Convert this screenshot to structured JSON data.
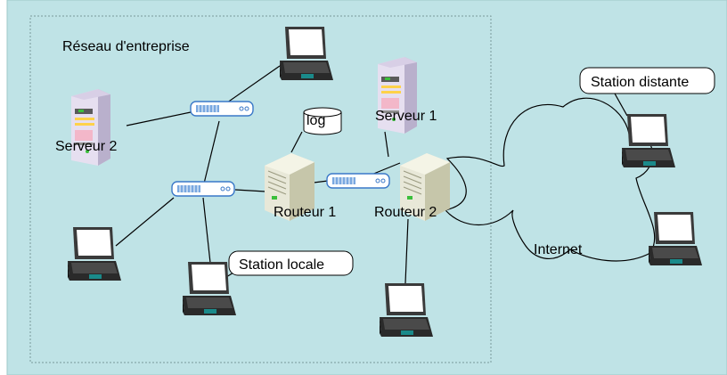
{
  "labels": {
    "enterprise_network": "Réseau d'entreprise",
    "server2": "Serveur 2",
    "server1": "Serveur 1",
    "router1": "Routeur 1",
    "router2": "Routeur 2",
    "log": "log",
    "local_station": "Station locale",
    "remote_station": "Station distante",
    "internet": "Internet"
  },
  "colors": {
    "background": "#bfe3e6",
    "zone_border": "#7a9a9a",
    "line": "#000000",
    "switch_fill": "#ffffff",
    "switch_border": "#3a78c8",
    "router_body": "#e8e8d8",
    "server_body": "#e6dff0"
  }
}
